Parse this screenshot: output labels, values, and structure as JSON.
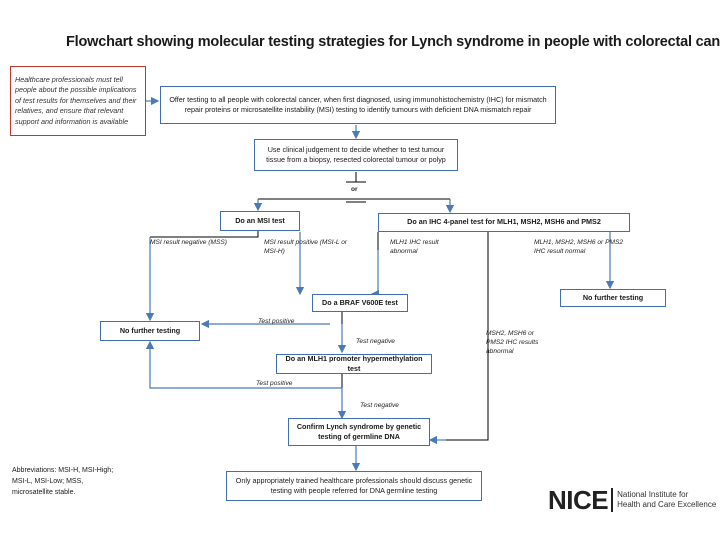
{
  "title": "Flowchart showing molecular testing strategies for Lynch syndrome in people with colorectal cancer",
  "boxes": {
    "professionals_note": "Healthcare professionals must tell people about the possible implications of test results for themselves and their relatives, and ensure that relevant support and information is available",
    "offer_testing": "Offer testing to all people with colorectal cancer, when first diagnosed, using immunohistochemistry (IHC) for mismatch repair proteins or microsatellite instability (MSI) testing to identify tumours with deficient DNA mismatch repair",
    "clinical_judgement": "Use clinical judgement to decide whether to test tumour tissue from a biopsy, resected colorectal tumour or polyp",
    "or": "or",
    "msi_test": "Do an MSI test",
    "ihc_test": "Do an IHC 4-panel test for MLH1, MSH2, MSH6 and PMS2",
    "braf_test": "Do a BRAF V600E test",
    "no_further_right": "No further testing",
    "no_further_left": "No further testing",
    "hypermethylation": "Do an MLH1 promoter hypermethylation test",
    "confirm_lynch": "Confirm Lynch syndrome by genetic testing of germline DNA",
    "trained_professionals": "Only appropriately trained healthcare professionals should discuss genetic testing with people referred for DNA germline testing"
  },
  "labels": {
    "msi_negative": "MSI result negative (MSS)",
    "msi_positive": "MSI result positive (MSI-L or MSI-H)",
    "mlh1_abnormal": "MLH1 IHC result abnormal",
    "ihc_normal": "MLH1, MSH2, MSH6 or PMS2 IHC result normal",
    "braf_positive": "Test positive",
    "braf_negative": "Test negative",
    "others_abnormal": "MSH2, MSH6 or PMS2 IHC results abnormal",
    "hyper_positive": "Test positive",
    "hyper_negative": "Test negative"
  },
  "abbreviations": "Abbreviations: MSI-H, MSI-High; MSI-L, MSI-Low; MSS, microsatellite stable.",
  "logo": {
    "word": "NICE",
    "line1": "National Institute for",
    "line2": "Health and Care Excellence"
  },
  "colors": {
    "box_border": "#3f6fb0",
    "arrow": "#4a7ab8",
    "note_border": "#c0392b"
  }
}
